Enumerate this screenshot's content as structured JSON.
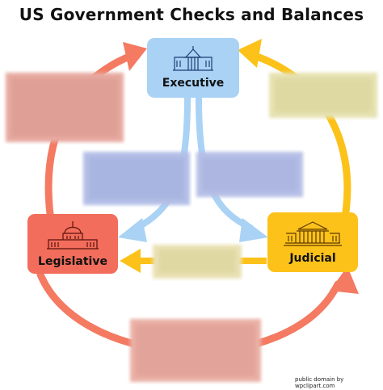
{
  "title": "US Government Checks and Balances",
  "branches": {
    "executive": "Executive",
    "legislative": "Legislative",
    "judicial": "Judicial"
  },
  "credit": "public domain by wpclipart.com",
  "colors": {
    "executive": "#a9d2f5",
    "legislative": "#f26d5b",
    "judicial": "#fcc21a",
    "legislative_arrow": "#f47a62",
    "judicial_arrow": "#fcc21a",
    "executive_arrow": "#a9d2f5"
  },
  "icons": {
    "executive": "white-house-icon",
    "legislative": "capitol-icon",
    "judicial": "supreme-court-icon"
  },
  "hidden_labels": {
    "legislative_to_executive": "",
    "judicial_to_executive": "",
    "executive_to_legislative": "",
    "executive_to_judicial": "",
    "judicial_to_legislative": "",
    "legislative_to_judicial": ""
  }
}
